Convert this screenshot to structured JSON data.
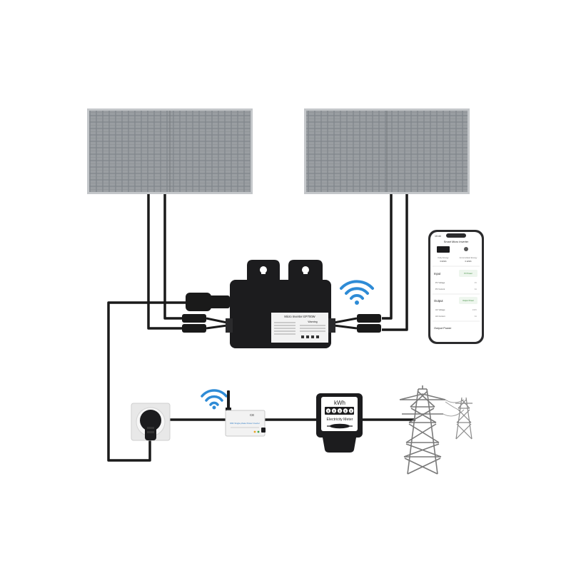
{
  "inverter": {
    "label_title": "Micro Inverter EP700W",
    "warning_title": "Warning"
  },
  "meter": {
    "unit": "kWh",
    "digits": [
      "0",
      "0",
      "0",
      "0",
      "0"
    ],
    "label": "Electricity Meter"
  },
  "gateway": {
    "label": "WiFi Single-phase Power Inverter",
    "ce_mark": "CE"
  },
  "phone": {
    "status_time": "10:44",
    "app_title": "Smart Micro Inverter",
    "stats": [
      {
        "label": "Daily Energy",
        "value": "0.0kWh"
      },
      {
        "label": "Accumulated Energy",
        "value": "0.1kWh"
      }
    ],
    "input_title": "Input",
    "input_badge": "PV Power",
    "input_rows": [
      {
        "label": "PV Voltage",
        "value": "0V"
      },
      {
        "label": "PV Current",
        "value": "0A"
      }
    ],
    "output_title": "Output",
    "output_badge": "Output Power",
    "output_rows": [
      {
        "label": "AC Voltage",
        "value": "230V"
      },
      {
        "label": "AC Current",
        "value": "0A"
      }
    ],
    "footer_title": "Output Power"
  },
  "colors": {
    "panel": "#8e9296",
    "panel_frame": "#b9bcbf",
    "cable": "#1a1a1a",
    "inverter_body": "#1c1c1e",
    "wifi": "#2e8bd6",
    "tower": "#7a7a7a"
  },
  "icons": [
    "wifi-icon",
    "wifi-icon",
    "ce-mark-icon"
  ]
}
